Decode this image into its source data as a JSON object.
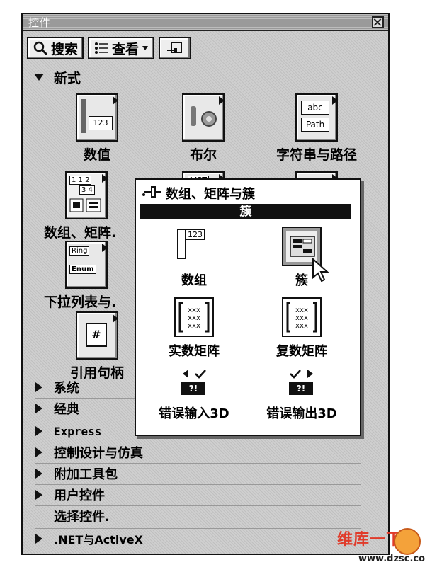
{
  "window": {
    "title": "控件"
  },
  "toolbar": {
    "search_label": "搜索",
    "view_label": "查看"
  },
  "sections": {
    "new_label": "新式"
  },
  "palette_items": [
    {
      "label": "数值"
    },
    {
      "label": "布尔"
    },
    {
      "label": "字符串与路径"
    },
    {
      "label": "数组、矩阵."
    },
    {
      "label": "下拉列表与."
    },
    {
      "label": "引用句柄"
    }
  ],
  "icon_text": {
    "numeric": "123",
    "string_abc": "abc",
    "string_path": "Path",
    "list": "LIST",
    "ring": "Ring",
    "enum": "Enum",
    "refnum": "#",
    "array_cells": "1 1 2",
    "array_cells2": "3 4"
  },
  "submenu": {
    "title": "数组、矩阵与簇",
    "highlight": "簇",
    "items": [
      {
        "label": "数组"
      },
      {
        "label": "簇"
      },
      {
        "label": "实数矩阵"
      },
      {
        "label": "复数矩阵"
      },
      {
        "label": "错误输入3D"
      },
      {
        "label": "错误输出3D"
      }
    ],
    "array_icon_text": "123",
    "error_icon_text": "?!"
  },
  "categories": [
    {
      "label": "系统"
    },
    {
      "label": "经典"
    },
    {
      "label": "Express"
    },
    {
      "label": "控制设计与仿真"
    },
    {
      "label": "附加工具包"
    },
    {
      "label": "用户控件"
    },
    {
      "label": "选择控件."
    },
    {
      "label": ".NET与ActiveX"
    }
  ],
  "watermark": {
    "text": "维库一下",
    "url": "www.dzsc.com"
  }
}
